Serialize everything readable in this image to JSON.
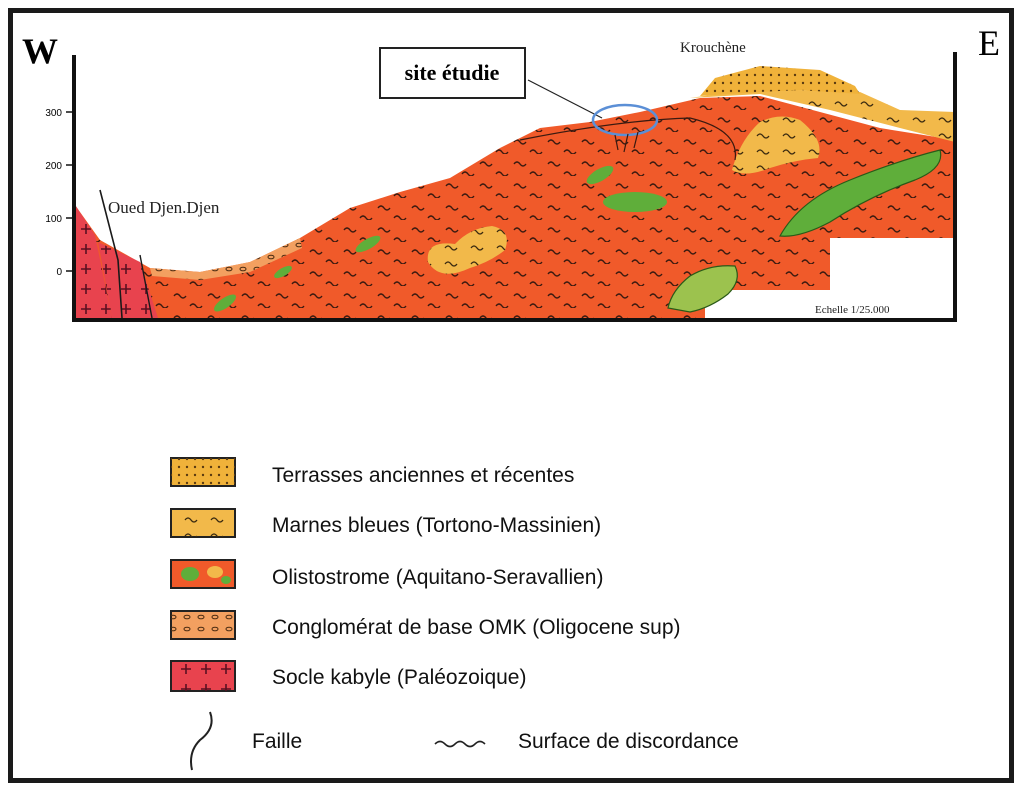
{
  "section": {
    "west_label": "W",
    "east_label": "E",
    "site_label": "site étudie",
    "town_label": "Krouchène",
    "river_label": "Oued Djen.Djen",
    "scale_label": "Echelle 1/25.000",
    "altitude_ticks": [
      "300",
      "200",
      "100",
      "0"
    ]
  },
  "legend": {
    "items": [
      {
        "label": "Terrasses anciennes et récentes",
        "color": "#f0b23a",
        "pattern": "dots"
      },
      {
        "label": "Marnes bleues (Tortono-Massinien)",
        "color": "#f2b94a",
        "pattern": "dashes"
      },
      {
        "label": "Olistostrome (Aquitano-Seravallien)",
        "color": "#f05a2a",
        "pattern": "blocks"
      },
      {
        "label": "Conglomérat de base OMK (Oligocene sup)",
        "color": "#f3a060",
        "pattern": "pebbles"
      },
      {
        "label": "Socle kabyle (Paléozoique)",
        "color": "#e8434e",
        "pattern": "crosses"
      }
    ],
    "fault_label": "Faille",
    "discordance_label": "Surface de discordance"
  },
  "colors": {
    "olistostrome": "#f05a2a",
    "marnes": "#f2b94a",
    "terrasses": "#f0b23a",
    "green_blocks": "#5fae3a",
    "socle": "#e8434e",
    "conglomerat": "#f3a060",
    "site_circle": "#5b8fd6"
  }
}
